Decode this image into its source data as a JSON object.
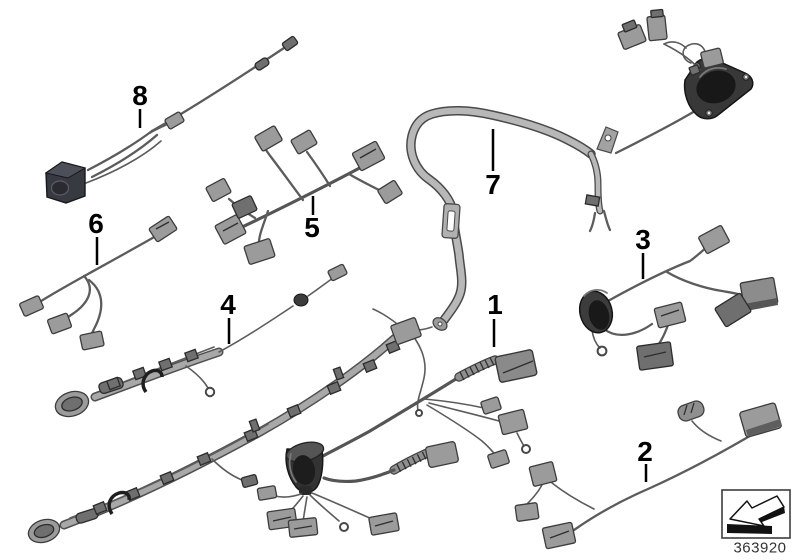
{
  "diagram": {
    "callouts": {
      "c1": {
        "label": "1"
      },
      "c2": {
        "label": "2"
      },
      "c3": {
        "label": "3"
      },
      "c4": {
        "label": "4"
      },
      "c5": {
        "label": "5"
      },
      "c6": {
        "label": "6"
      },
      "c7": {
        "label": "7"
      },
      "c8": {
        "label": "8"
      }
    },
    "footer": {
      "part_number": "363920",
      "icon": "page-flip-arrow-icon"
    }
  },
  "colors": {
    "background": "#ffffff",
    "line": "#5c5c5c",
    "label": "#000000",
    "part_number_color": "#333333"
  }
}
